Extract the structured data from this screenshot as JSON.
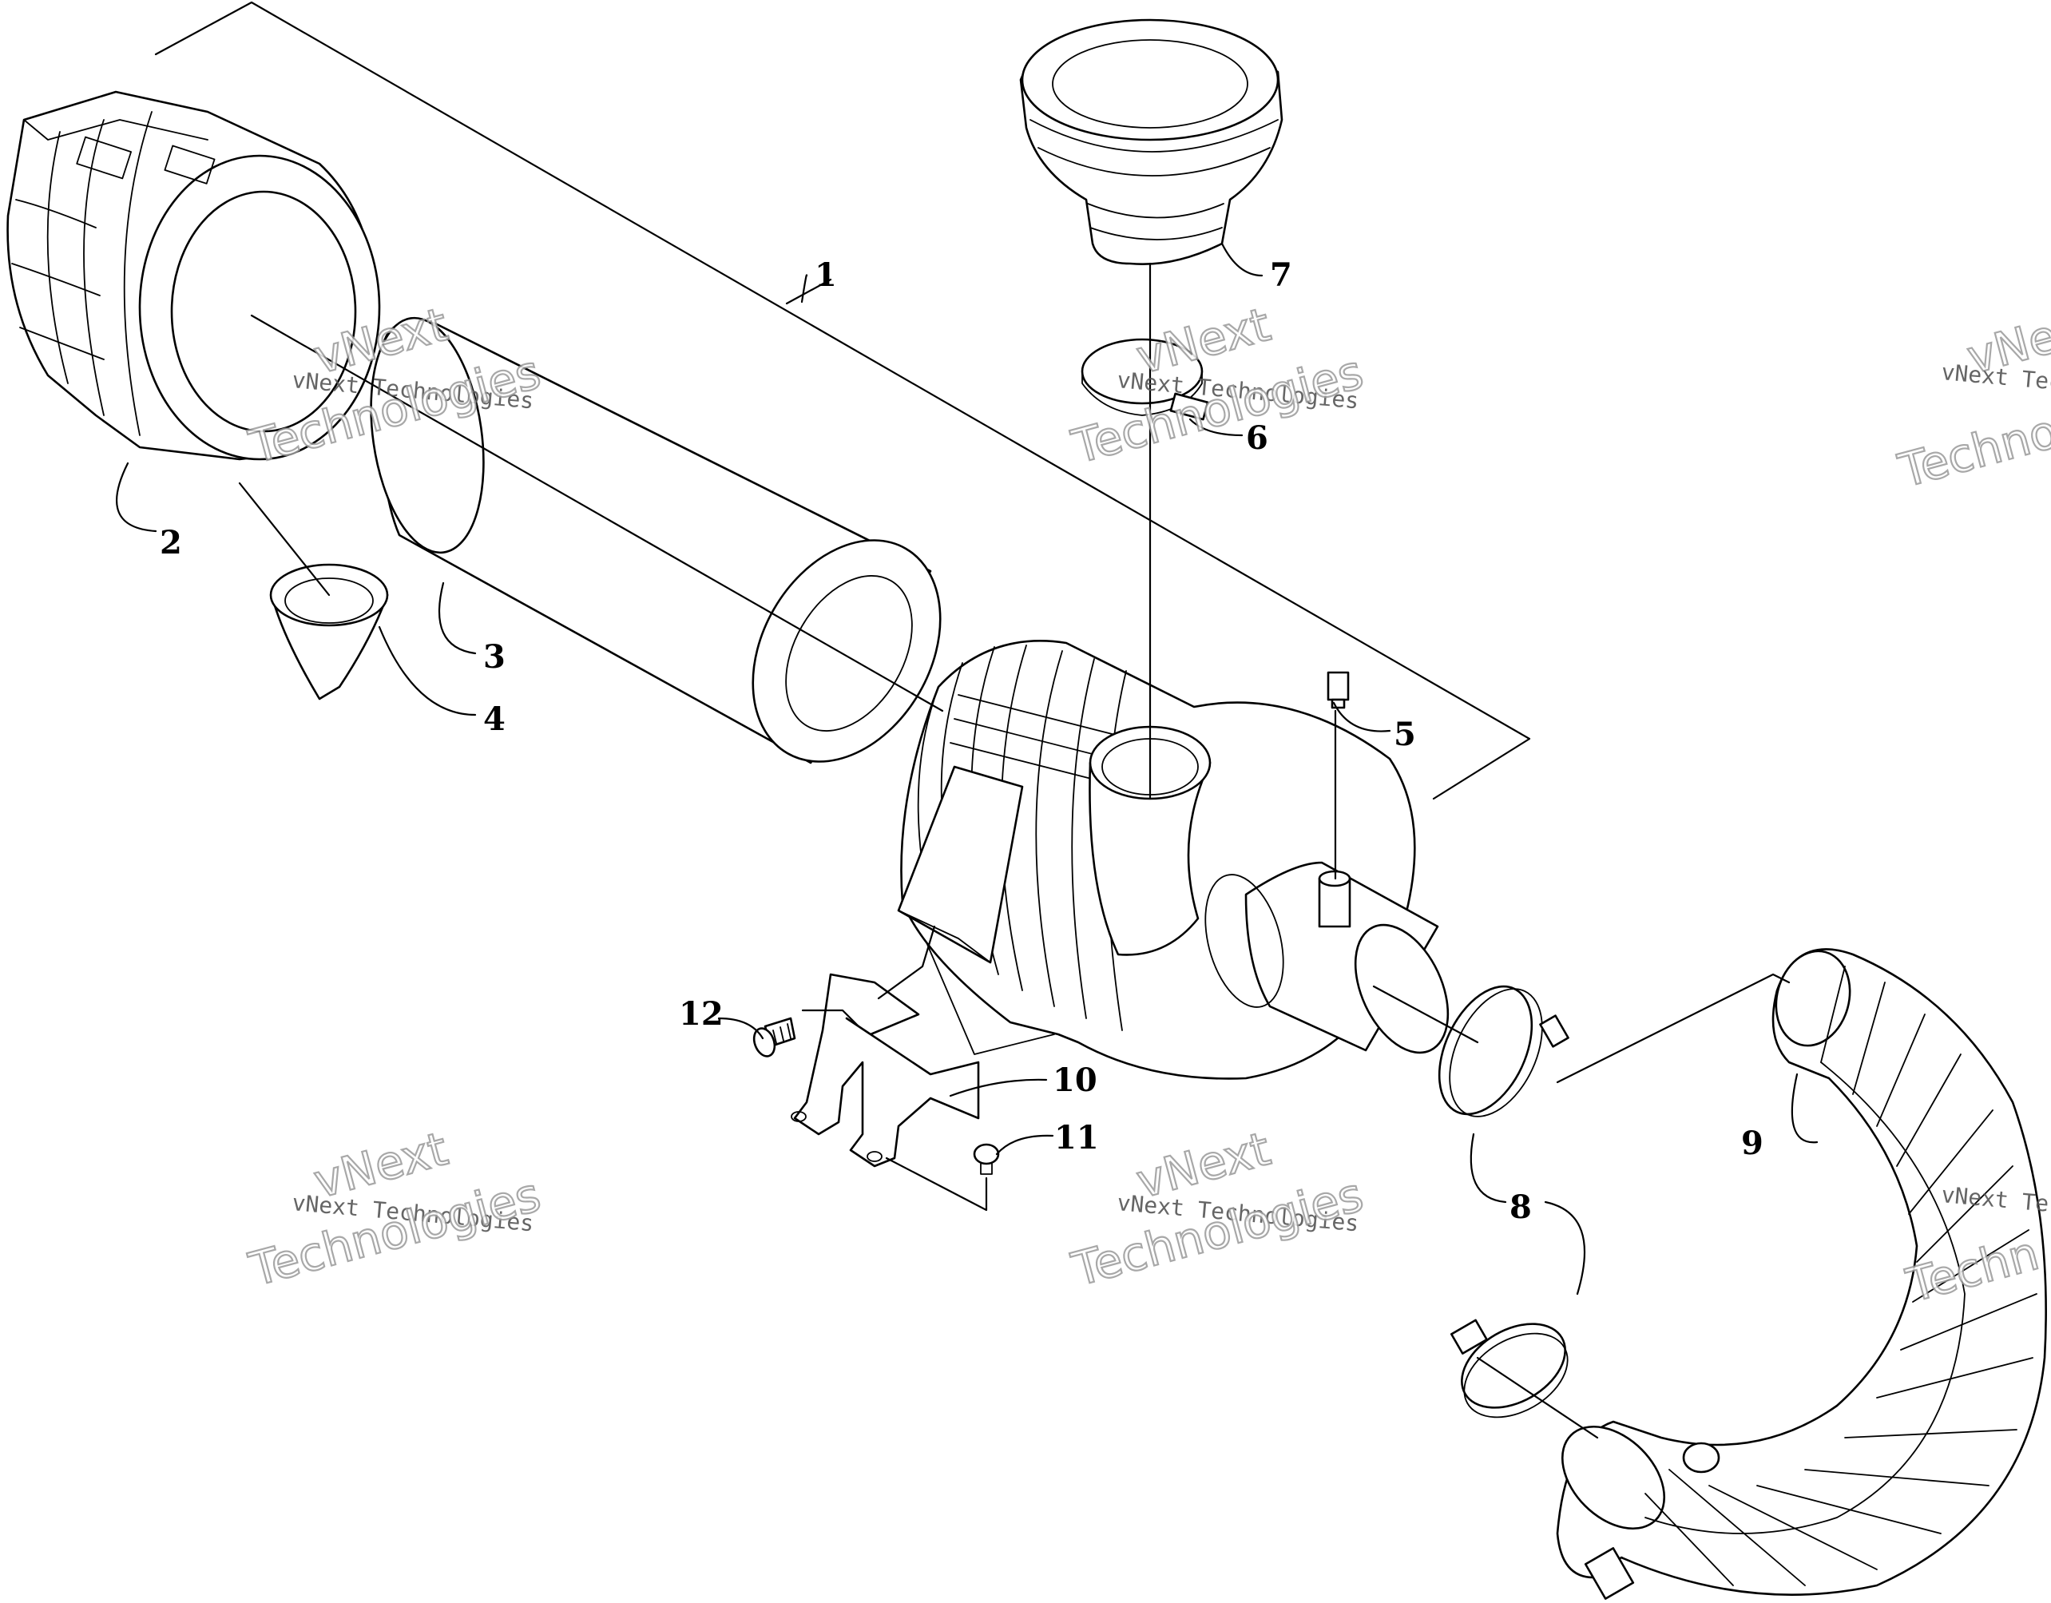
{
  "diagram": {
    "callouts": [
      "1",
      "2",
      "3",
      "4",
      "5",
      "6",
      "7",
      "8",
      "9",
      "10",
      "11",
      "12"
    ],
    "watermark": {
      "line_small": "vNext Technologies",
      "line_big_1": "vNext",
      "line_big_2": "Technologies",
      "line_small_partial": "vNext Tec",
      "line_big_partial_1": "vNe",
      "line_big_partial_2": "Techno",
      "line_small_partial_2": "vNext Te",
      "line_big_partial_3": "Techn"
    },
    "colors": {
      "ink": "#000000",
      "watermark": "#9a9a9a",
      "background": "#ffffff"
    }
  }
}
